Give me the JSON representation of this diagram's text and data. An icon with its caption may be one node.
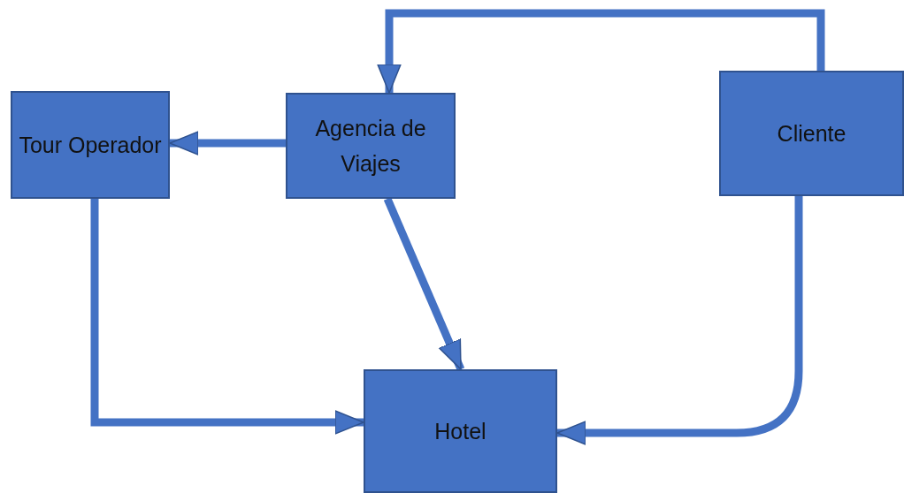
{
  "diagram": {
    "nodes": [
      {
        "text": [
          "Tour Operador"
        ]
      },
      {
        "text": [
          "Agencia de Viajes"
        ]
      },
      {
        "text": [
          "Cliente"
        ]
      },
      {
        "text": [
          "Hotel"
        ]
      }
    ],
    "edges": [
      {
        "from": 2,
        "to": 1,
        "arrow": "to"
      },
      {
        "from": 1,
        "to": 0,
        "arrow": "to"
      },
      {
        "from": 1,
        "to": 3,
        "arrow": "to"
      },
      {
        "from": 0,
        "to": 3,
        "arrow": "to"
      },
      {
        "from": 2,
        "to": 3,
        "arrow": "to"
      }
    ]
  }
}
